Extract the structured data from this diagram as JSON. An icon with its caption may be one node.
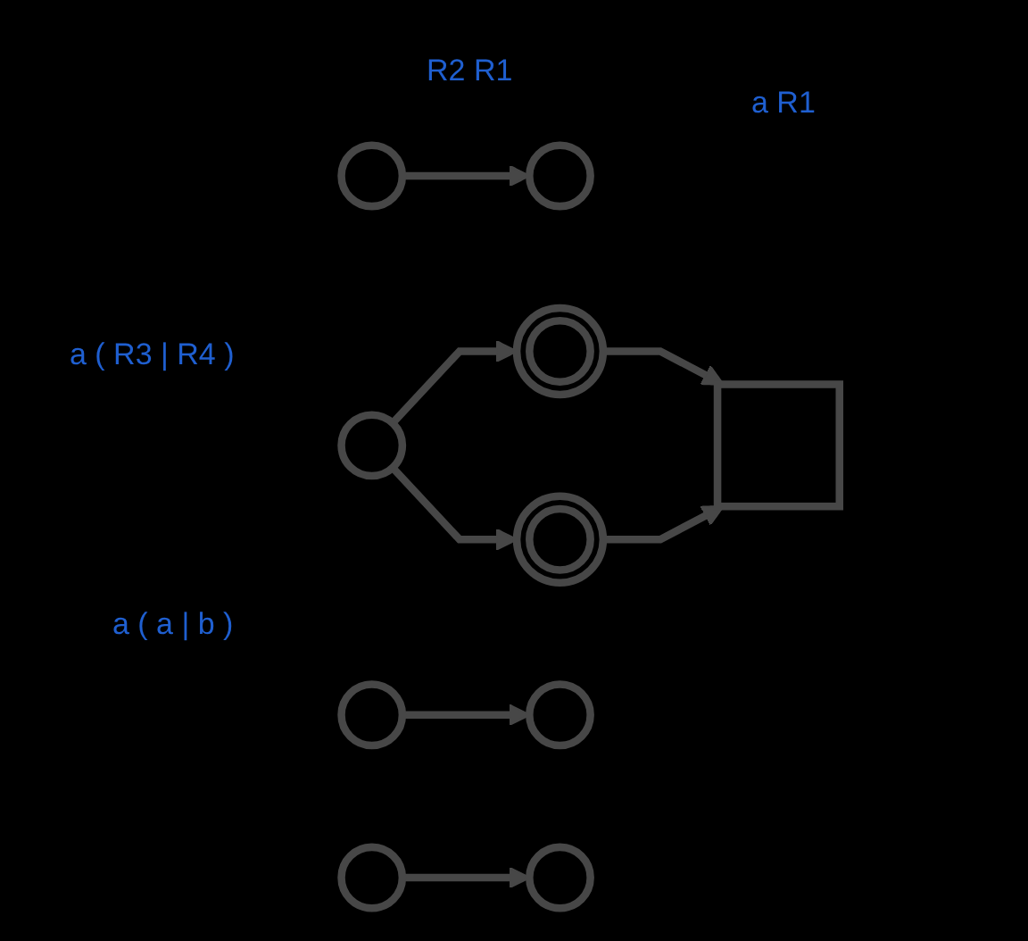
{
  "diagram": {
    "nodes": [
      {
        "text": [],
        "shape": "circle"
      },
      {
        "text": [],
        "shape": "circle"
      },
      {
        "text": [],
        "shape": "circle"
      },
      {
        "text": [],
        "shape": "doublecircle"
      },
      {
        "text": [],
        "shape": "doublecircle"
      },
      {
        "text": [],
        "shape": "box"
      },
      {
        "text": [],
        "shape": "circle"
      },
      {
        "text": [],
        "shape": "circle"
      },
      {
        "text": [],
        "shape": "circle"
      },
      {
        "text": [],
        "shape": "circle"
      }
    ],
    "edges": [
      {
        "from": 0,
        "to": 1,
        "arrow": "to"
      },
      {
        "from": 2,
        "to": 3,
        "arrow": "to"
      },
      {
        "from": 2,
        "to": 4,
        "arrow": "to"
      },
      {
        "from": 3,
        "to": 5,
        "arrow": "to"
      },
      {
        "from": 4,
        "to": 5,
        "arrow": "to"
      },
      {
        "from": 6,
        "to": 7,
        "arrow": "to"
      },
      {
        "from": 8,
        "to": 9,
        "arrow": "to"
      }
    ],
    "labels": [
      "R2 R1",
      "a R1",
      "a ( R3 | R4 )",
      "a ( a | b )"
    ]
  }
}
